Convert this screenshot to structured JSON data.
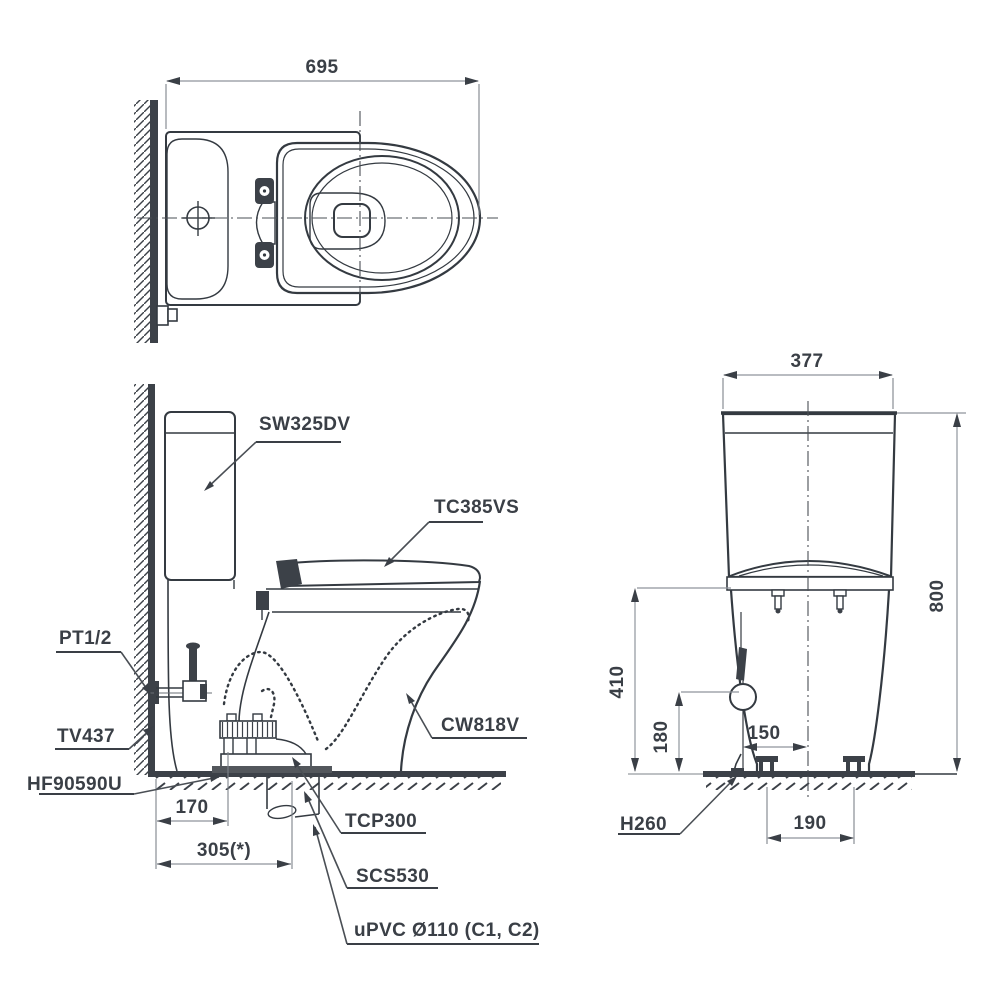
{
  "colors": {
    "background": "#ffffff",
    "ink": "#343a41",
    "dark_fill": "#3c4148",
    "dim_line": "#8f959c",
    "dim_text": "#3a3f46",
    "seal": "#53575c"
  },
  "views": {
    "top": {
      "name": "top-view",
      "dims": {
        "overall_length": "695"
      }
    },
    "side": {
      "name": "side-view",
      "labels": {
        "cistern": "SW325DV",
        "seat": "TC385VS",
        "supply_thread": "PT1/2",
        "stop_valve": "TV437",
        "floor_seal": "HF90590U",
        "bowl": "CW818V",
        "flush_pipe": "TCP300",
        "connector": "SCS530",
        "drain_pipe": "uPVC Ø110 (C1, C2)"
      },
      "dims": {
        "valve_offset": "170",
        "rough_in": "305(*)"
      }
    },
    "front": {
      "name": "front-view",
      "labels": {
        "fixing_kit": "H260"
      },
      "dims": {
        "overall_width": "377",
        "overall_height": "800",
        "seat_height": "410",
        "supply_height": "180",
        "supply_to_center": "150",
        "bolt_spacing": "190"
      }
    }
  }
}
